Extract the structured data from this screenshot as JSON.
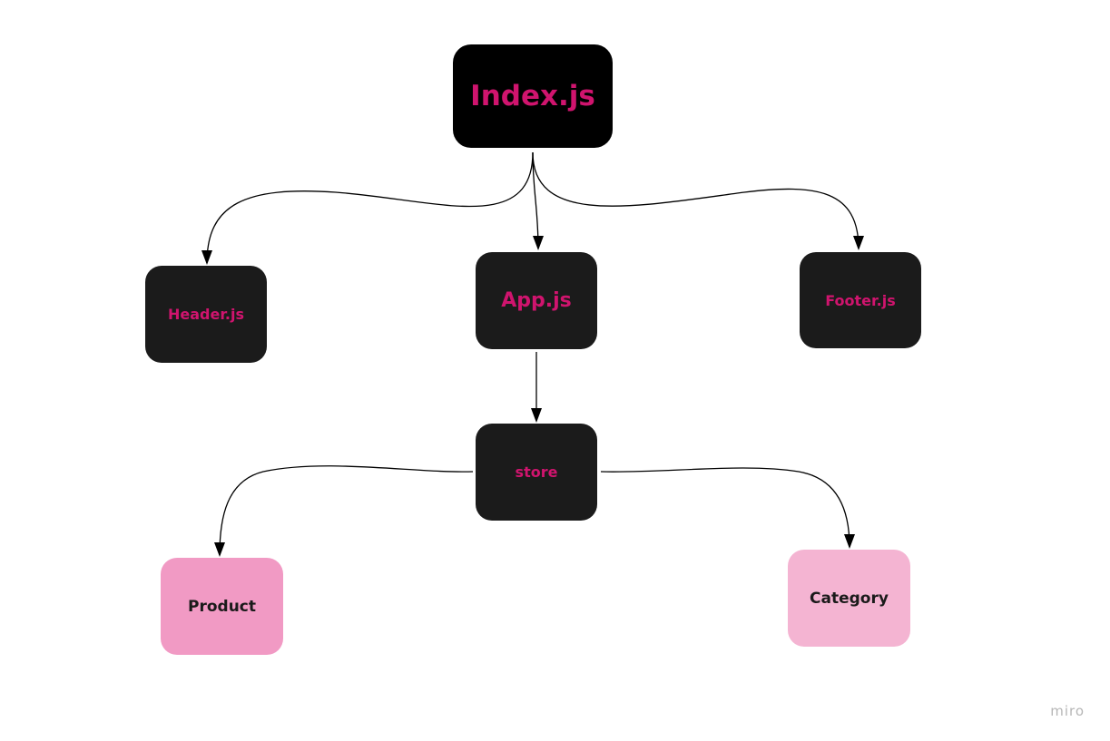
{
  "diagram": {
    "nodes": {
      "index": "Index.js",
      "header": "Header.js",
      "app": "App.js",
      "footer": "Footer.js",
      "store": "store",
      "product": "Product",
      "category": "Category"
    },
    "edges": [
      {
        "from": "Index.js",
        "to": "Header.js"
      },
      {
        "from": "Index.js",
        "to": "App.js"
      },
      {
        "from": "Index.js",
        "to": "Footer.js"
      },
      {
        "from": "App.js",
        "to": "store"
      },
      {
        "from": "store",
        "to": "Product"
      },
      {
        "from": "store",
        "to": "Category"
      }
    ],
    "colors": {
      "node_dark": "#1b1b1b",
      "node_black": "#000000",
      "label_pink": "#d0146e",
      "product_fill": "#f19ac4",
      "category_fill": "#f4b4d2"
    }
  },
  "watermark": "miro"
}
